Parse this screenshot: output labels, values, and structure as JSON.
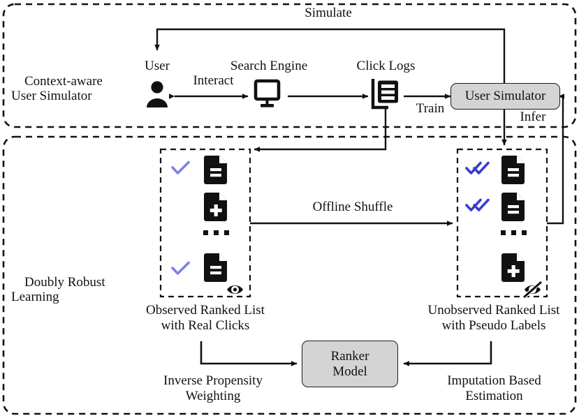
{
  "diagram": {
    "title_hidden": "",
    "groups": [
      {
        "id": "context-aware-user-simulator",
        "label": "Context-aware\nUser Simulator"
      },
      {
        "id": "doubly-robust-learning",
        "label": "Doubly Robust\nLearning"
      }
    ],
    "top_section": {
      "node_labels": {
        "user": "User",
        "search_engine": "Search Engine",
        "click_logs": "Click Logs"
      },
      "simulator_box": "User Simulator",
      "edges": {
        "simulate": "Simulate",
        "interact": "Interact",
        "train": "Train",
        "infer": "Infer"
      }
    },
    "bottom_section": {
      "observed_list": {
        "caption": "Observed Ranked List\nwith Real Clicks",
        "visibility_icon": "eye-icon",
        "items": [
          {
            "check": "single-check",
            "doc": "doc-lines-icon"
          },
          {
            "check": "none",
            "doc": "doc-plus-icon"
          },
          {
            "check": "none",
            "doc": "ellipsis"
          },
          {
            "check": "single-check",
            "doc": "doc-lines-icon"
          }
        ]
      },
      "unobserved_list": {
        "caption": "Unobserved Ranked List\nwith Pseudo Labels",
        "visibility_icon": "eye-off-icon",
        "items": [
          {
            "check": "double-check",
            "doc": "doc-lines-icon"
          },
          {
            "check": "double-check",
            "doc": "doc-lines-icon"
          },
          {
            "check": "none",
            "doc": "ellipsis"
          },
          {
            "check": "none",
            "doc": "doc-plus-icon"
          }
        ]
      },
      "ranker_box": "Ranker\nModel",
      "edges": {
        "offline_shuffle": "Offline Shuffle",
        "inverse_propensity_weighting": "Inverse Propensity\nWeighting",
        "imputation_based_estimation": "Imputation Based\nEstimation"
      }
    },
    "colors": {
      "single_check": "#7b82e8",
      "double_check": "#3b3bd1",
      "stroke": "#111111",
      "box_fill": "#d4d4d4",
      "background": "#ffffff"
    }
  }
}
